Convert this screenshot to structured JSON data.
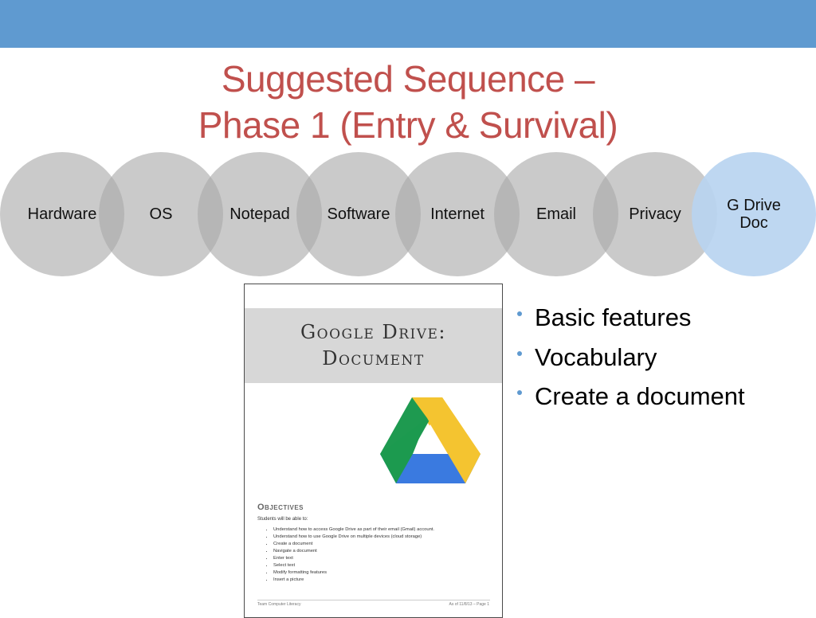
{
  "header": {
    "bar_color": "#5f9ad0"
  },
  "title": {
    "line1": "Suggested Sequence –",
    "line2": "Phase 1 (Entry & Survival)",
    "color": "#c0504d"
  },
  "sequence": [
    {
      "label": "Hardware",
      "active": false
    },
    {
      "label": "OS",
      "active": false
    },
    {
      "label": "Notepad",
      "active": false
    },
    {
      "label": "Software",
      "active": false
    },
    {
      "label": "Internet",
      "active": false
    },
    {
      "label": "Email",
      "active": false
    },
    {
      "label": "Privacy",
      "active": false
    },
    {
      "label": "G Drive\nDoc",
      "active": true
    }
  ],
  "document": {
    "title": "Google Drive:\nDocument",
    "logo_icon": "google-drive-icon",
    "objectives_heading": "Objectives",
    "objectives_intro": "Students will be able to:",
    "objectives": [
      "Understand how to access Google Drive as part of their email (Gmail) account.",
      "Understand how to use Google Drive on multiple devices (cloud storage)",
      "Create a document",
      "Navigate a document",
      "Enter text",
      "Select text",
      "Modify formatting features",
      "Insert a picture"
    ],
    "footer_left": "Team Computer Literacy",
    "footer_right": "As of 11/8/13 – Page 1"
  },
  "bullets": [
    "Basic features",
    "Vocabulary",
    "Create a document"
  ],
  "colors": {
    "circle_default": "#aaaaaa",
    "circle_active": "#b8d4f0",
    "bullet_dot": "#5f9ad0"
  }
}
